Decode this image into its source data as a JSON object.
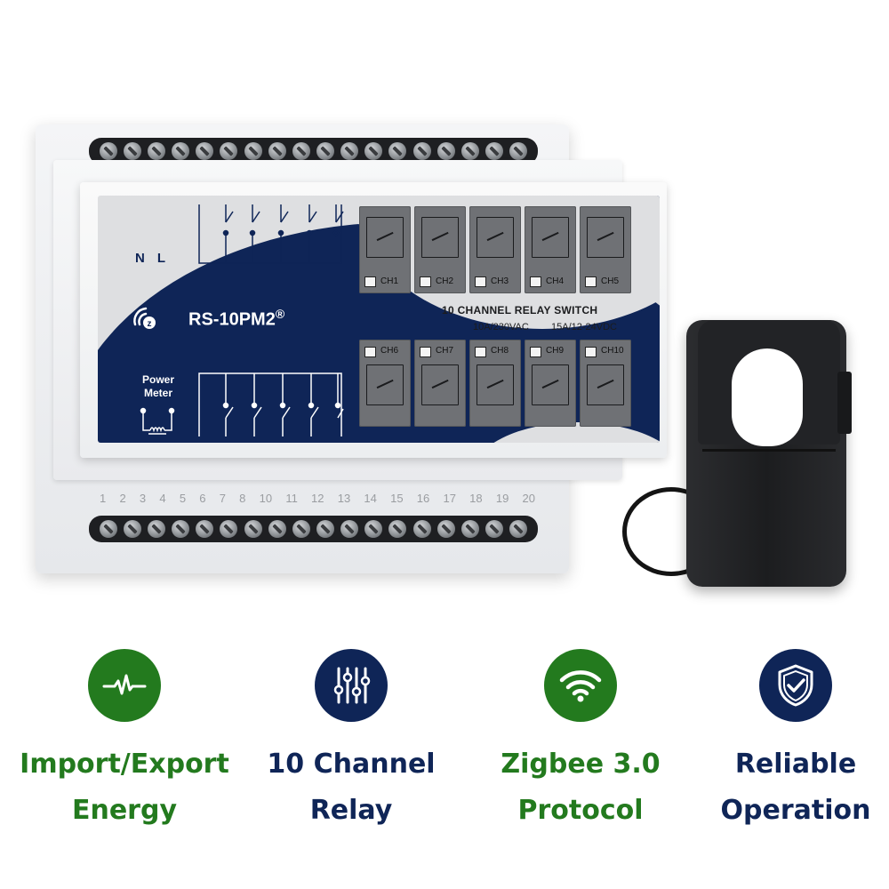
{
  "product": {
    "model": "RS-10PM2",
    "registered_mark": "®",
    "title": "10 CHANNEL RELAY SWITCH",
    "spec_ac": "10A/230VAC",
    "spec_dc": "15A/12-24VDC",
    "n_label": "N",
    "l_label": "L",
    "power_meter_label": "Power Meter",
    "terminal_numbers": [
      "1",
      "2",
      "3",
      "4",
      "5",
      "6",
      "7",
      "8",
      "10",
      "11",
      "12",
      "13",
      "14",
      "15",
      "16",
      "17",
      "18",
      "19",
      "20"
    ],
    "channels_top": [
      "CH1",
      "CH2",
      "CH3",
      "CH4",
      "CH5"
    ],
    "channels_bottom": [
      "CH6",
      "CH7",
      "CH8",
      "CH9",
      "CH10"
    ]
  },
  "features": [
    {
      "line1": "Import/Export",
      "line2": "Energy",
      "icon": "pulse-icon",
      "color": "#237a1e"
    },
    {
      "line1": "10 Channel",
      "line2": "Relay",
      "icon": "sliders-icon",
      "color": "#0f2557"
    },
    {
      "line1": "Zigbee 3.0",
      "line2": "Protocol",
      "icon": "wifi-icon",
      "color": "#237a1e"
    },
    {
      "line1": "Reliable",
      "line2": "Operation",
      "icon": "shield-check-icon",
      "color": "#0f2557"
    }
  ],
  "colors": {
    "navy": "#0f2557",
    "green": "#237a1e"
  }
}
